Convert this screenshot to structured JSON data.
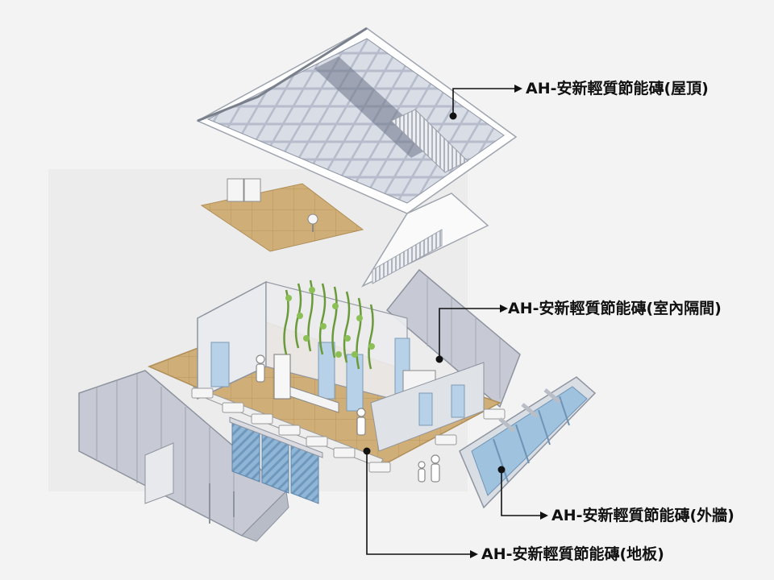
{
  "callouts": {
    "roof": "AH-安新輕質節能磚(屋頂)",
    "partition": "AH-安新輕質節能磚(室內隔間)",
    "exterior_wall": "AH-安新輕質節能磚(外牆)",
    "floor": "AH-安新輕質節能磚(地板)"
  },
  "colors": {
    "background": "#f3f3f3",
    "wall": "#c7cad4",
    "floor": "#cfae78",
    "glass": "#9fc3df",
    "solar_panel": "#9aa3b6",
    "greenery": "#7fb04a",
    "leader_line": "#111111"
  }
}
